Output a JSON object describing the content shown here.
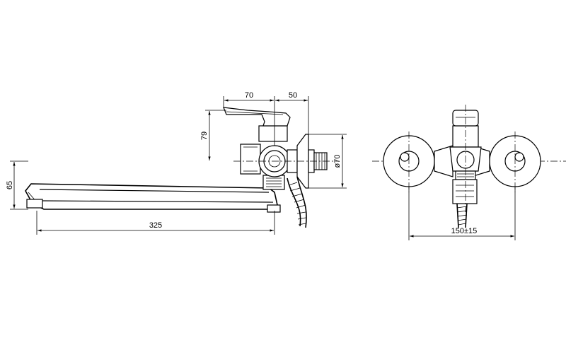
{
  "dimensions": {
    "side_view": {
      "height_left": "65",
      "spout_length": "325",
      "handle_height": "79",
      "handle_width": "70",
      "wall_offset": "50",
      "flange_diameter": "ø70"
    },
    "front_view": {
      "center_distance": "150±15"
    }
  }
}
